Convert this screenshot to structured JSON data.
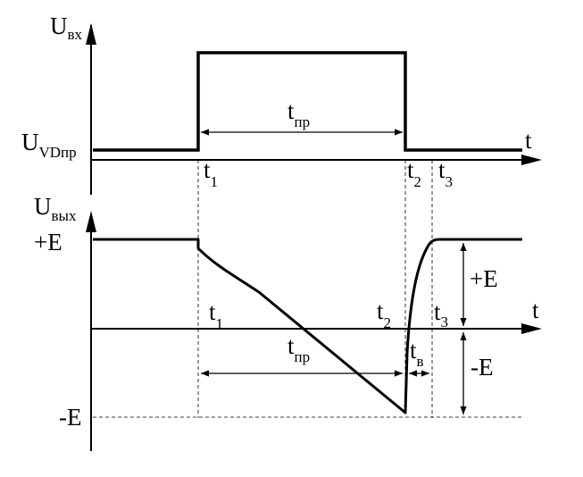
{
  "top_graph": {
    "y_axis": {
      "symbol": "U",
      "subscript": "вх"
    },
    "x_axis": {
      "symbol": "t"
    },
    "level": {
      "symbol": "U",
      "subscript": "VDпр"
    },
    "time_marks": [
      {
        "symbol": "t",
        "subscript": "1"
      },
      {
        "symbol": "t",
        "subscript": "2"
      },
      {
        "symbol": "t",
        "subscript": "3"
      }
    ],
    "duration": {
      "symbol": "t",
      "subscript": "пр"
    }
  },
  "bottom_graph": {
    "y_axis": {
      "symbol": "U",
      "subscript": "вых"
    },
    "x_axis": {
      "symbol": "t"
    },
    "levels": {
      "plus_e": "+E",
      "minus_e": "-E"
    },
    "time_marks": [
      {
        "symbol": "t",
        "subscript": "1"
      },
      {
        "symbol": "t",
        "subscript": "2"
      },
      {
        "symbol": "t",
        "subscript": "3"
      }
    ],
    "duration": {
      "symbol": "t",
      "subscript": "пр"
    },
    "recovery": {
      "symbol": "t",
      "subscript": "в"
    },
    "amplitudes": {
      "plus_e": "+E",
      "minus_e": "-E"
    }
  }
}
